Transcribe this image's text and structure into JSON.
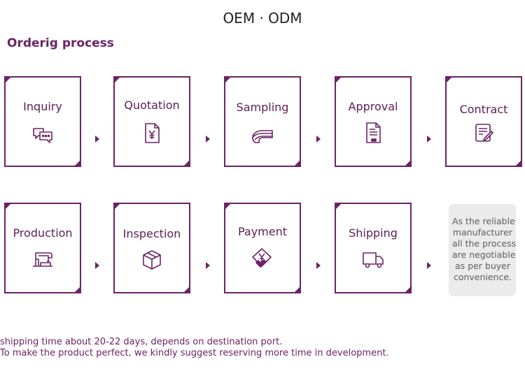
{
  "page": {
    "title": "OEM · ODM",
    "section_title": "Orderig process"
  },
  "steps": [
    {
      "label": "Inquiry",
      "icon": "chat-bubbles-icon"
    },
    {
      "label": "Quotation",
      "icon": "yen-document-icon"
    },
    {
      "label": "Sampling",
      "icon": "fabric-roll-icon"
    },
    {
      "label": "Approval",
      "icon": "stamped-document-icon"
    },
    {
      "label": "Contract",
      "icon": "signed-contract-icon"
    },
    {
      "label": "Production",
      "icon": "sewing-machine-icon"
    },
    {
      "label": "Inspection",
      "icon": "box-icon"
    },
    {
      "label": "Payment",
      "icon": "payment-icon"
    },
    {
      "label": "Shipping",
      "icon": "truck-icon"
    }
  ],
  "note": {
    "lines": [
      "As the reliable",
      "manufacturer",
      "all the process",
      "are negotiable",
      "as per buyer",
      "convenience."
    ]
  },
  "footer": {
    "line1": "shipping time about 20-22 days, depends on destination port.",
    "line2": "To make the product perfect, we kindly suggest reserving more time in development."
  },
  "colors": {
    "accent": "#6b2366",
    "note_bg": "#ebebeb",
    "note_text": "#5e5e5e"
  }
}
